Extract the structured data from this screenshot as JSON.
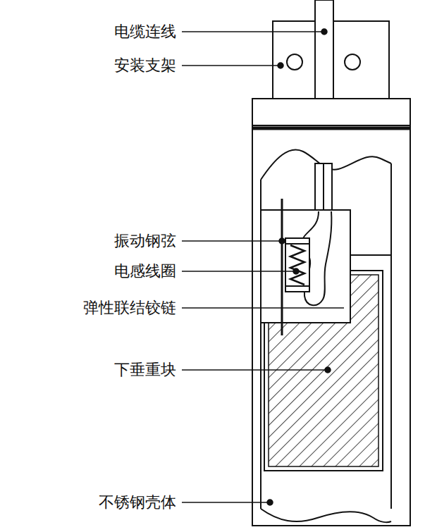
{
  "diagram": {
    "labels": [
      "电缆连线",
      "安装支架",
      "振动钢弦",
      "电感线圈",
      "弹性联结铰链",
      "下垂重块",
      "不锈钢壳体"
    ]
  }
}
